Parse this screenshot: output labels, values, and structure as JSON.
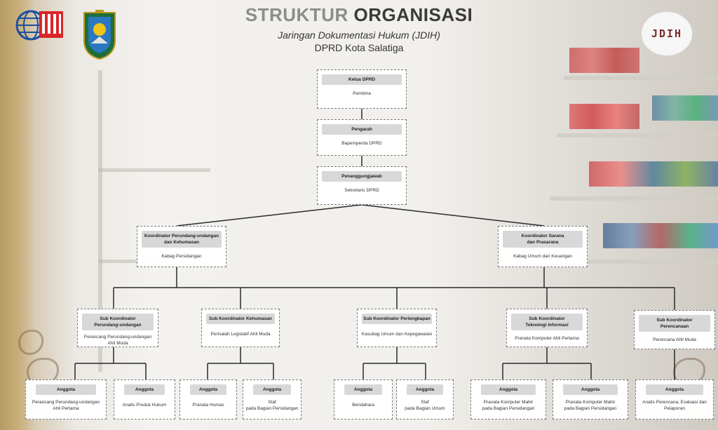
{
  "header": {
    "title_part1": "STRUKTUR",
    "title_part2": "ORGANISASI",
    "subtitle1": "Jaringan Dokumentasi Hukum (JDIH)",
    "subtitle2": "DPRD Kota Salatiga"
  },
  "logos": {
    "right_text": "JDIH"
  },
  "top": [
    {
      "title": "Ketua DPRD",
      "body": "Pembina"
    },
    {
      "title": "Pengarah",
      "body": "Bapemperda DPRD"
    },
    {
      "title": "Penanggungjawab",
      "body": "Sekretaris DPRD"
    }
  ],
  "coordinators": [
    {
      "title1": "Koordinator Perundang-undangan",
      "title2": "dan Kehumasan",
      "body": "Kabag Persidangan"
    },
    {
      "title1": "Koordinator Sarana",
      "title2": "dan Prasarana",
      "body": "Kabag Umum dan Keuangan"
    }
  ],
  "subs": [
    {
      "title1": "Sub Koordinator",
      "title2": "Perundang-undangan",
      "body1": "Perancang Perundang-undangan",
      "body2": "Ahli Muda"
    },
    {
      "title1": "Sub Koordinator Kehumasan",
      "title2": "",
      "body1": "Perisalah Legislatif Ahli Muda",
      "body2": ""
    },
    {
      "title1": "Sub Koordinator Perlengkapan",
      "title2": "",
      "body1": "Kasubag Umum dan Kepegawaian",
      "body2": ""
    },
    {
      "title1": "Sub Koordinator",
      "title2": "Teknologi Informasi",
      "body1": "Pranata Komputer Ahli Pertama",
      "body2": ""
    },
    {
      "title1": "Sub Koordinator",
      "title2": "Perencanaan",
      "body1": "Perencana Ahli Muda",
      "body2": ""
    }
  ],
  "members": [
    {
      "title": "Anggota",
      "body1": "Perancang Perundang-undangan",
      "body2": "Ahli Pertama"
    },
    {
      "title": "Anggota",
      "body1": "Analis Produk Hukum",
      "body2": ""
    },
    {
      "title": "Anggota",
      "body1": "Pranata Humas",
      "body2": ""
    },
    {
      "title": "Anggota",
      "body1": "Staf",
      "body2": "pada Bagian Persidangan"
    },
    {
      "title": "Anggota",
      "body1": "Bendahara",
      "body2": ""
    },
    {
      "title": "Anggota",
      "body1": "Staf",
      "body2": "pada Bagian Umum"
    },
    {
      "title": "Anggota",
      "body1": "Pranata Komputer Mahir",
      "body2": "pada Bagian Persidangan"
    },
    {
      "title": "Anggota",
      "body1": "Pranata Komputer Mahir",
      "body2": "pada Bagian Persidangan"
    },
    {
      "title": "Anggota",
      "body1": "Analis Perencana, Evaluasi dan",
      "body2": "Pelaporan"
    }
  ],
  "colors": {
    "node_header": "#d8d8d8",
    "line": "#2a2a2a",
    "logo_red": "#d8262b",
    "logo_blue": "#1d4f9e"
  }
}
